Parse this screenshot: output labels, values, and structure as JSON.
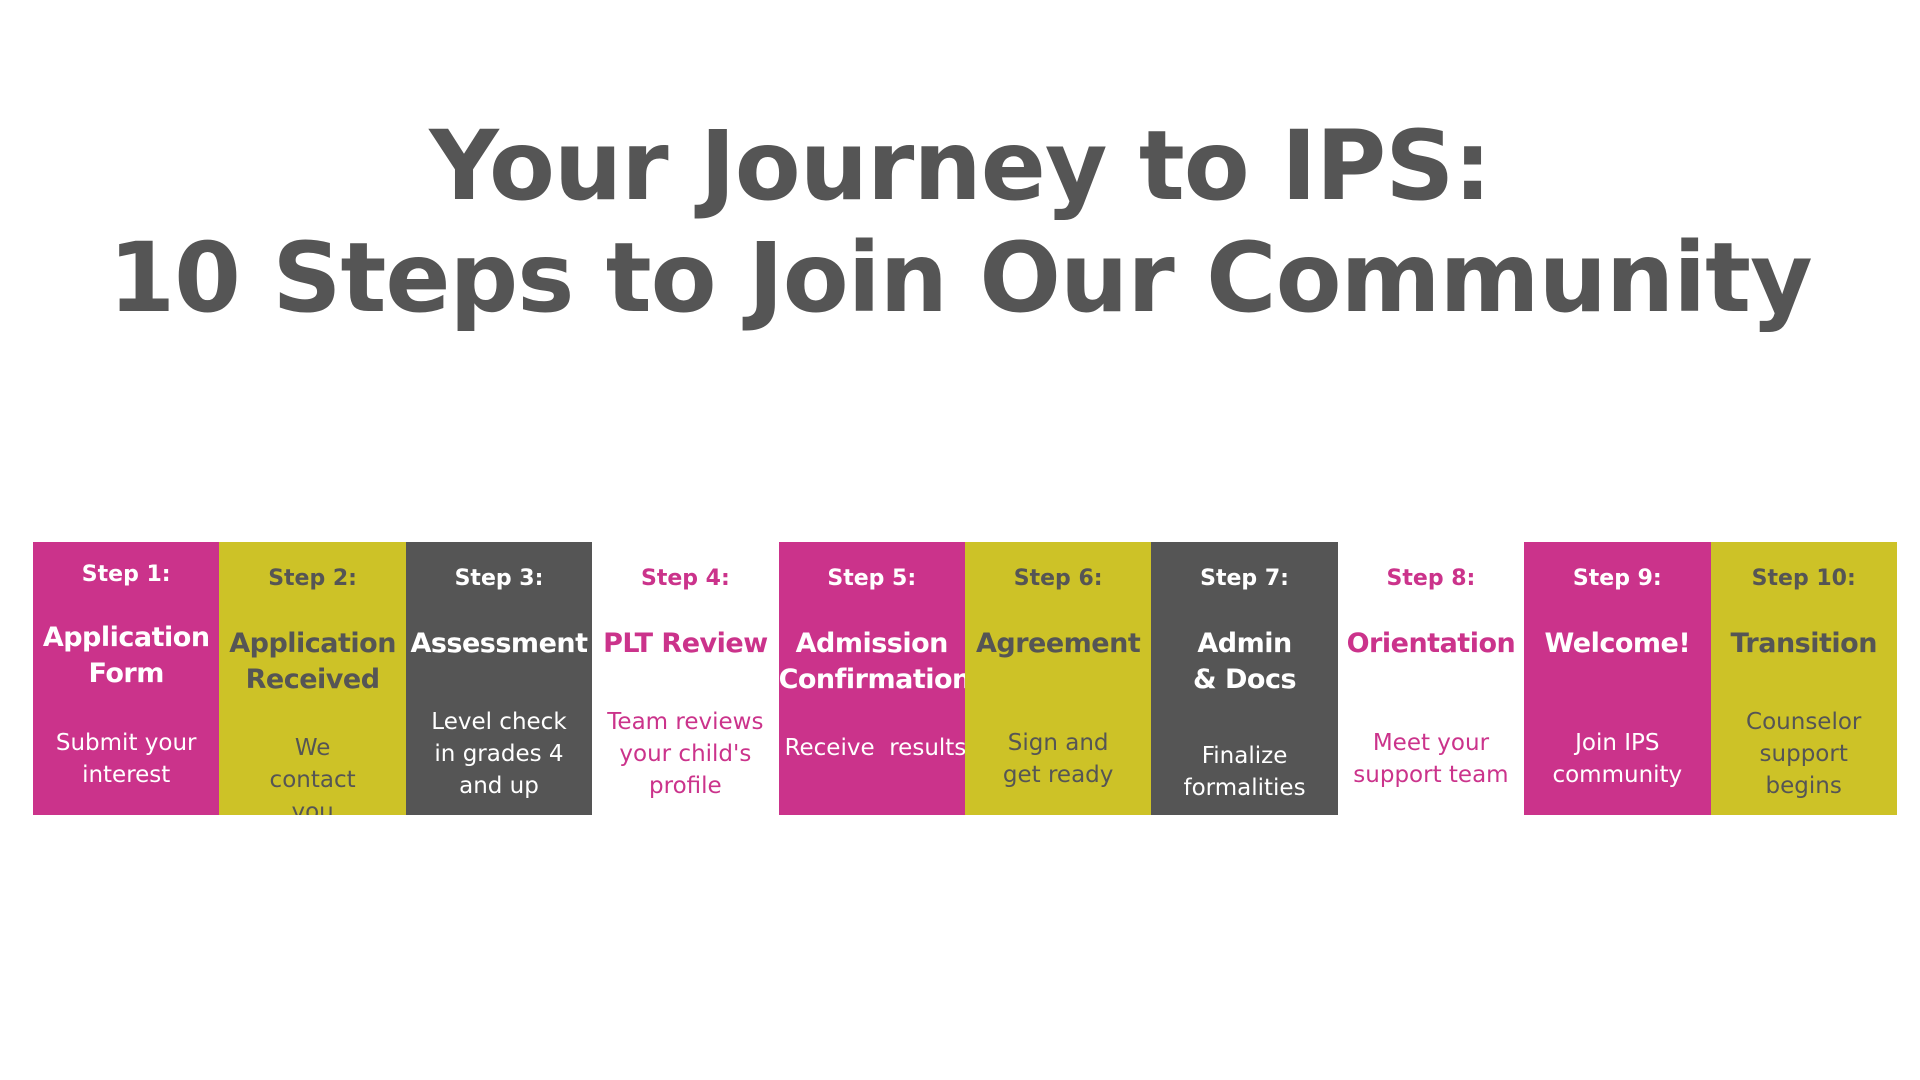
{
  "title": {
    "line1": "Your Journey to IPS:",
    "line2": "10 Steps to Join Our Community"
  },
  "colors": {
    "magenta": "#cb338b",
    "olive": "#cdc227",
    "gray": "#555555",
    "white": "#ffffff"
  },
  "steps": [
    {
      "num": "Step 1:",
      "name": "Application Form",
      "desc": "Submit your interest",
      "color": "magenta"
    },
    {
      "num": "Step 2:",
      "name": "Application Received",
      "desc": "We contact you",
      "color": "olive"
    },
    {
      "num": "Step 3:",
      "name": "Assessment",
      "desc": "Level check in grades 4 and up",
      "color": "gray"
    },
    {
      "num": "Step 4:",
      "name": "PLT Review",
      "desc": "Team reviews your child's profile",
      "color": "white"
    },
    {
      "num": "Step 5:",
      "name": "Admission Confirmation",
      "desc": "Receive  results",
      "color": "magenta"
    },
    {
      "num": "Step 6:",
      "name": "Agreement",
      "desc": "Sign and get ready",
      "color": "olive"
    },
    {
      "num": "Step 7:",
      "name": "Admin & Docs",
      "desc": "Finalize formalities",
      "color": "gray"
    },
    {
      "num": "Step 8:",
      "name": "Orientation",
      "desc": "Meet your support team",
      "color": "white"
    },
    {
      "num": "Step 9:",
      "name": "Welcome!",
      "desc": "Join IPS community",
      "color": "magenta"
    },
    {
      "num": "Step 10:",
      "name": "Transition",
      "desc": "Counselor support begins",
      "color": "olive"
    }
  ]
}
